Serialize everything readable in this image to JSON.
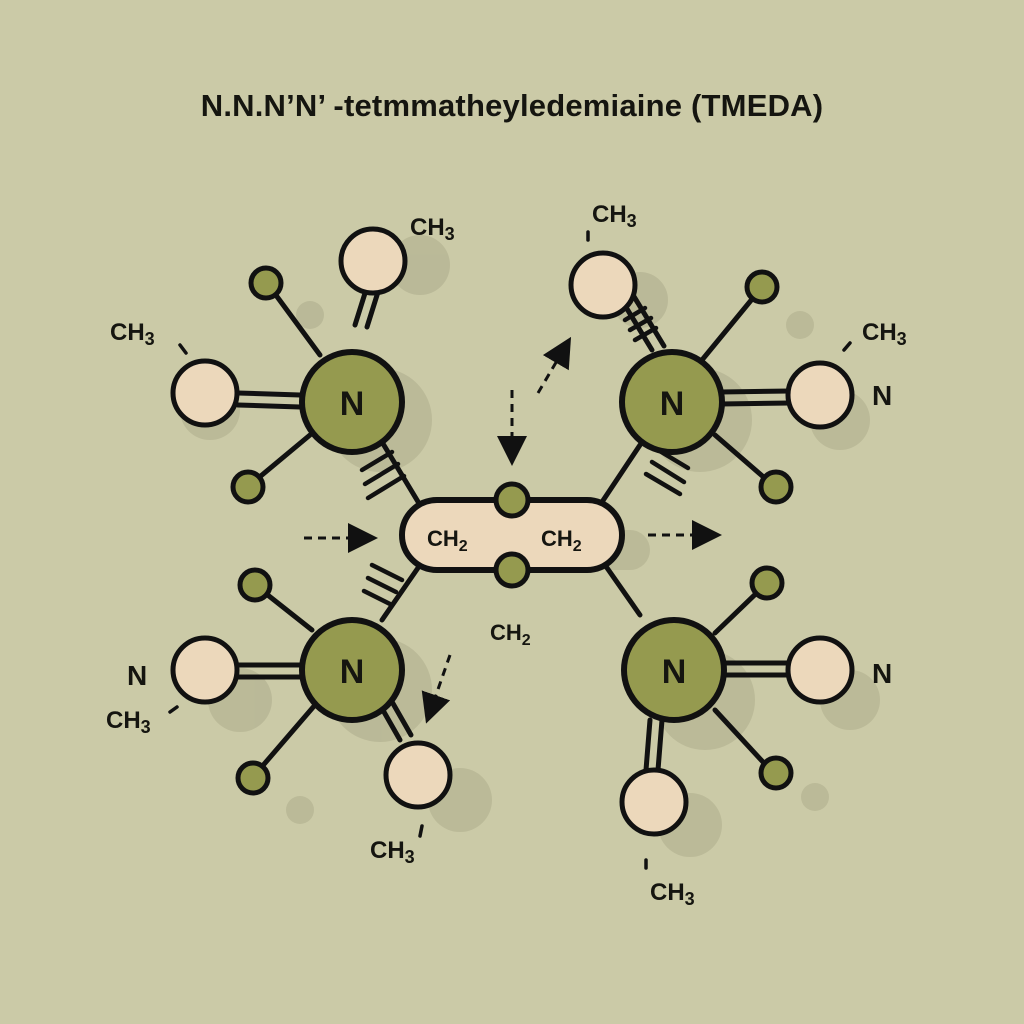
{
  "title": "N.N.N’N’ -tetmmatheyledemiaine (TMEDA)",
  "colors": {
    "background": "#cbcaa7",
    "nitrogen_fill": "#959a4f",
    "methyl_fill": "#ecd8bb",
    "outline": "#111111",
    "shadow": "#b5b493"
  },
  "nodes": {
    "n_top_left": "N",
    "n_top_right": "N",
    "n_bottom_left": "N",
    "n_bottom_right": "N"
  },
  "bridge": {
    "left_label": "CH",
    "left_sub": "2",
    "right_label": "CH",
    "right_sub": "2",
    "below_label": "CH",
    "below_sub": "2"
  },
  "labels": {
    "tl_top": {
      "text": "CH",
      "sub": "3"
    },
    "tl_left": {
      "text": "CH",
      "sub": "3"
    },
    "tr_top": {
      "text": "CH",
      "sub": "3"
    },
    "tr_right": {
      "text": "CH",
      "sub": "3"
    },
    "tr_right_n": "N",
    "bl_left_n": "N",
    "bl_left": {
      "text": "CH",
      "sub": "3"
    },
    "bl_bottom": {
      "text": "CH",
      "sub": "3"
    },
    "br_right_n": "N",
    "br_bottom": {
      "text": "CH",
      "sub": "3"
    }
  }
}
